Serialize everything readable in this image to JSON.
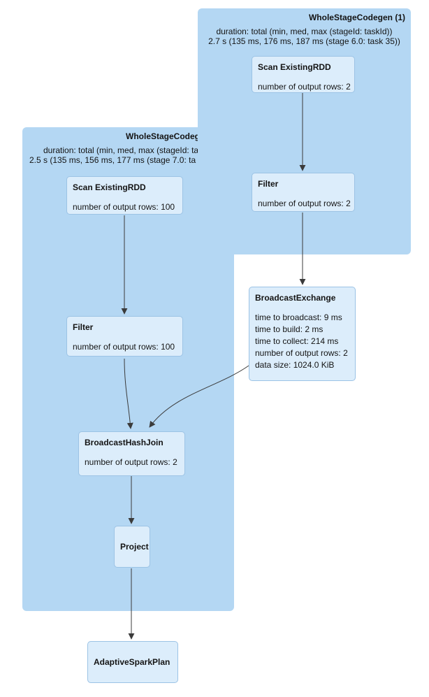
{
  "colors": {
    "cluster_bg": "#b4d7f3",
    "node_bg": "#dcedfb",
    "node_border": "#9cc3e5",
    "edge": "#3b3b3b",
    "text": "#141414"
  },
  "clusters": [
    {
      "title": "WholeStageCodegen (1)",
      "duration_label": "duration: total (min, med, max (stageId: taskId))",
      "duration_value": "2.7 s (135 ms, 176 ms, 187 ms (stage 6.0: task 35))"
    },
    {
      "title": "WholeStageCodegen",
      "duration_label": "duration: total (min, med, max (stageId: taskId))",
      "duration_value": "2.5 s (135 ms, 156 ms, 177 ms (stage 7.0: ta"
    }
  ],
  "nodes": {
    "scan_rdd_1": {
      "title": "Scan ExistingRDD",
      "metrics": [
        "number of output rows: 2"
      ]
    },
    "filter_1": {
      "title": "Filter",
      "metrics": [
        "number of output rows: 2"
      ]
    },
    "broadcast_exchange": {
      "title": "BroadcastExchange",
      "metrics": [
        "time to broadcast: 9 ms",
        "time to build: 2 ms",
        "time to collect: 214 ms",
        "number of output rows: 2",
        "data size: 1024.0 KiB"
      ]
    },
    "scan_rdd_2": {
      "title": "Scan ExistingRDD",
      "metrics": [
        "number of output rows: 100"
      ]
    },
    "filter_2": {
      "title": "Filter",
      "metrics": [
        "number of output rows: 100"
      ]
    },
    "broadcast_hash_join": {
      "title": "BroadcastHashJoin",
      "metrics": [
        "number of output rows: 2"
      ]
    },
    "project": {
      "title": "Project",
      "metrics": []
    },
    "adaptive_spark_plan": {
      "title": "AdaptiveSparkPlan",
      "metrics": []
    }
  }
}
